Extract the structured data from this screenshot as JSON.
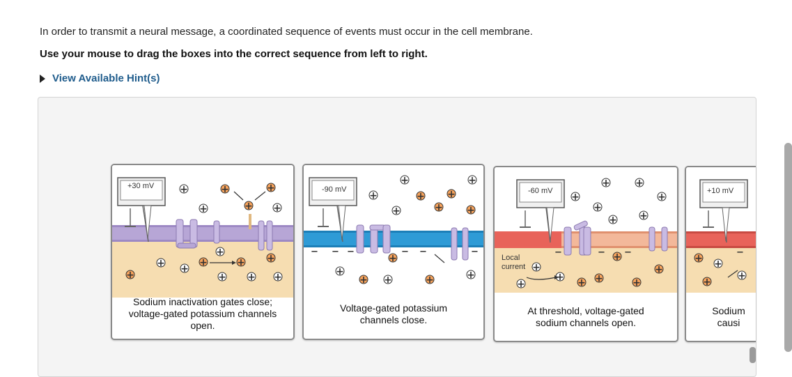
{
  "intro_text": "In order to transmit a neural message, a coordinated sequence of events must occur in the cell membrane.",
  "instruction_text": "Use your mouse to drag the boxes into the correct sequence from left to right.",
  "hint_link": "View Available Hint(s)",
  "colors": {
    "hint_link": "#1f5c8c",
    "extracellular": "#ffffff",
    "intracellular": "#f6ddb1",
    "membrane_purple": "#b7a6d6",
    "membrane_blue": "#2e9bd6",
    "membrane_red": "#e8635a",
    "membrane_salmon": "#f3b89a",
    "ion_orange": "#f7a35c"
  },
  "cards": [
    {
      "meter": "+30 mV",
      "caption": [
        "Sodium inactivation gates close;",
        "voltage-gated potassium channels",
        "open."
      ]
    },
    {
      "meter": "-90 mV",
      "caption": [
        "Voltage-gated potassium",
        "channels close."
      ]
    },
    {
      "meter": "-60 mV",
      "caption": [
        "At threshold, voltage-gated",
        "sodium channels open."
      ],
      "label": [
        "Local",
        "current"
      ]
    },
    {
      "meter": "+10 mV",
      "caption": [
        "Sodium",
        "causi"
      ]
    }
  ]
}
